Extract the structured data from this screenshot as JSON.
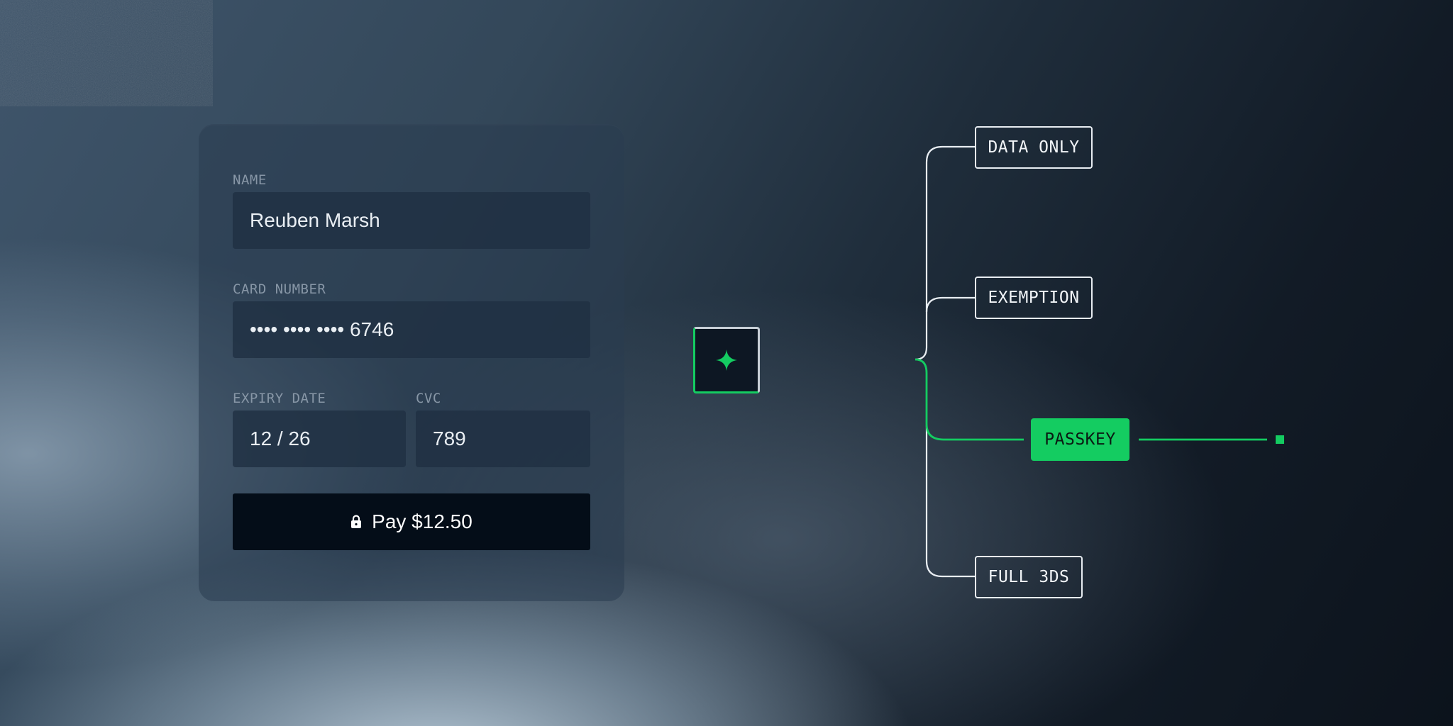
{
  "form": {
    "name_label": "NAME",
    "name_value": "Reuben Marsh",
    "card_number_label": "CARD NUMBER",
    "card_number_value": "•••• •••• •••• 6746",
    "expiry_label": "EXPIRY DATE",
    "expiry_value": "12 / 26",
    "cvc_label": "CVC",
    "cvc_value": "789",
    "pay_button_label": "Pay $12.50",
    "pay_button_icon": "lock-icon"
  },
  "flow": {
    "hub_icon": "sparkle-icon",
    "options": [
      {
        "label": "DATA ONLY",
        "active": false
      },
      {
        "label": "EXEMPTION",
        "active": false
      },
      {
        "label": "PASSKEY",
        "active": true
      },
      {
        "label": "FULL 3DS",
        "active": false
      }
    ]
  },
  "colors": {
    "accent": "#14cc61",
    "button_bg": "#040d18",
    "field_bg": "#1f2f42",
    "line": "#e8edf2"
  }
}
